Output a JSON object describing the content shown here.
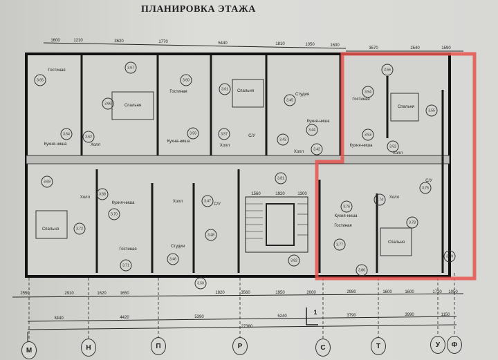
{
  "title": "ПЛАНИРОВКА ЭТАЖА",
  "highlight_color": "#e8534f",
  "top_dimensions": [
    "1600",
    "1210",
    "3620",
    "1770",
    "5440",
    "1810",
    "1050",
    "1600",
    "3570",
    "2540",
    "1590"
  ],
  "bottom_dimensions": [
    "2550",
    "2910",
    "1620",
    "1650",
    "1820",
    "3560",
    "1950",
    "2000",
    "2980",
    "1600",
    "1600",
    "1720",
    "1050"
  ],
  "axis_dimensions": [
    "3440",
    "4420",
    "5390",
    "5240",
    "3790",
    "3990",
    "1150"
  ],
  "total_dimension": "27380",
  "stair_dimensions": [
    "1560",
    "1920",
    "1300"
  ],
  "section_mark": "1",
  "axes": [
    "М",
    "Н",
    "П",
    "Р",
    "С",
    "Т",
    "У",
    "Ф"
  ],
  "rooms": {
    "living": "Гостиная",
    "bedroom": "Спальня",
    "kitchen": "Кухня-ниша",
    "hall": "Холл",
    "bath": "С/У",
    "studio": "Студия"
  },
  "apartments": [
    "3.65",
    "3.66",
    "3.64",
    "3.62",
    "3.67",
    "3.60",
    "3.61",
    "3.59",
    "3.57",
    "3.45",
    "3.44",
    "3.43",
    "3.42",
    "3.81",
    "3.56",
    "3.54",
    "3.55",
    "3.53",
    "3.52",
    "3.75",
    "3.74",
    "3.76",
    "3.78",
    "3.77",
    "3.79",
    "3.80",
    "3.72",
    "3.71",
    "3.70",
    "3.68",
    "3.69",
    "3.46",
    "3.47",
    "3.48",
    "3.82",
    "3.50"
  ]
}
